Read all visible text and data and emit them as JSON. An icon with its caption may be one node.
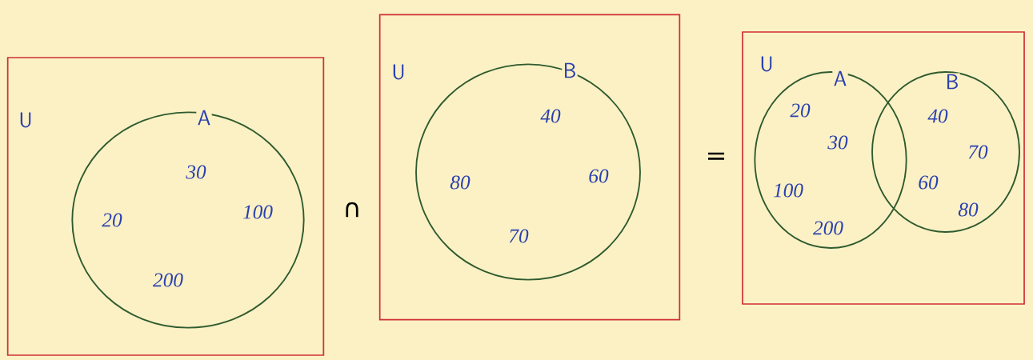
{
  "diagram": {
    "nodes": [
      {
        "text": [
          "U"
        ]
      },
      {
        "text": [
          "A",
          "30",
          "20",
          "100",
          "200"
        ],
        "in": 0
      },
      {
        "text": [
          "U"
        ]
      },
      {
        "text": [
          "B",
          "40",
          "80",
          "60",
          "70"
        ],
        "in": 2
      },
      {
        "text": [
          "U"
        ]
      },
      {
        "text": [
          "A",
          "20",
          "30",
          "100",
          "200"
        ],
        "in": 4
      },
      {
        "text": [
          "B",
          "40",
          "70",
          "60",
          "80"
        ],
        "in": 4
      }
    ],
    "labels": [
      "∩",
      "="
    ]
  }
}
